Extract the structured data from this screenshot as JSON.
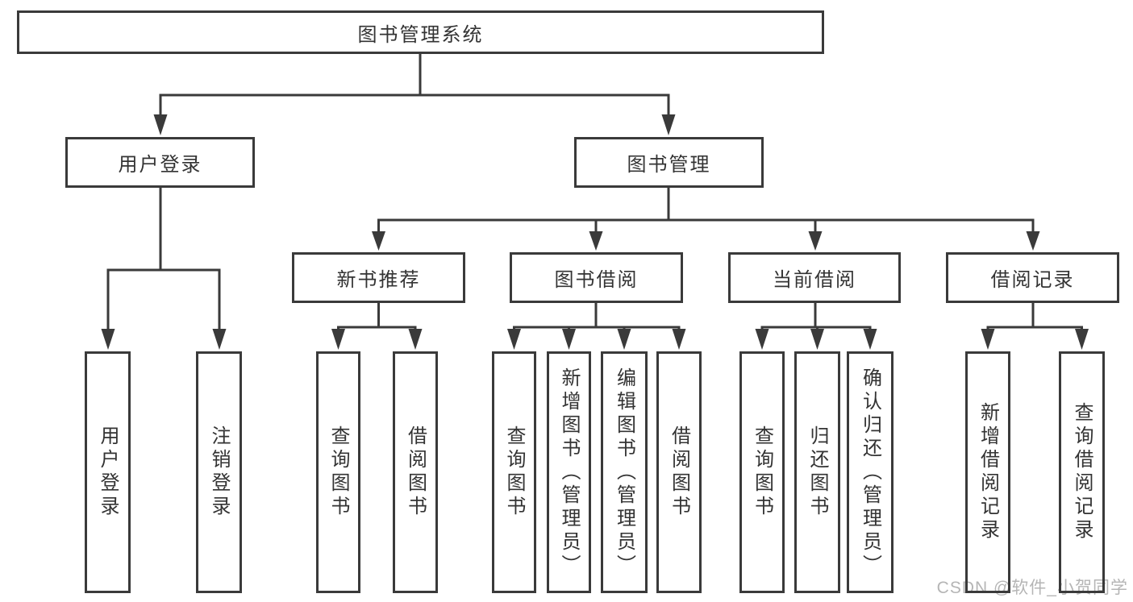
{
  "colors": {
    "line": "#3a3a3a",
    "text": "#333333",
    "watermark": "#b5b5b5"
  },
  "watermark": {
    "text": "CSDN @软件_小贺同学"
  },
  "tree": {
    "label": "图书管理系统",
    "children": [
      {
        "label": "用户登录",
        "children": [
          {
            "label": "用户登录"
          },
          {
            "label": "注销登录"
          }
        ]
      },
      {
        "label": "图书管理",
        "children": [
          {
            "label": "新书推荐",
            "children": [
              {
                "label": "查询图书"
              },
              {
                "label": "借阅图书"
              }
            ]
          },
          {
            "label": "图书借阅",
            "children": [
              {
                "label": "查询图书"
              },
              {
                "label": "新增图书（管理员）"
              },
              {
                "label": "编辑图书（管理员）"
              },
              {
                "label": "借阅图书"
              }
            ]
          },
          {
            "label": "当前借阅",
            "children": [
              {
                "label": "查询图书"
              },
              {
                "label": "归还图书"
              },
              {
                "label": "确认归还（管理员）"
              }
            ]
          },
          {
            "label": "借阅记录",
            "children": [
              {
                "label": "新增借阅记录"
              },
              {
                "label": "查询借阅记录"
              }
            ]
          }
        ]
      }
    ]
  }
}
